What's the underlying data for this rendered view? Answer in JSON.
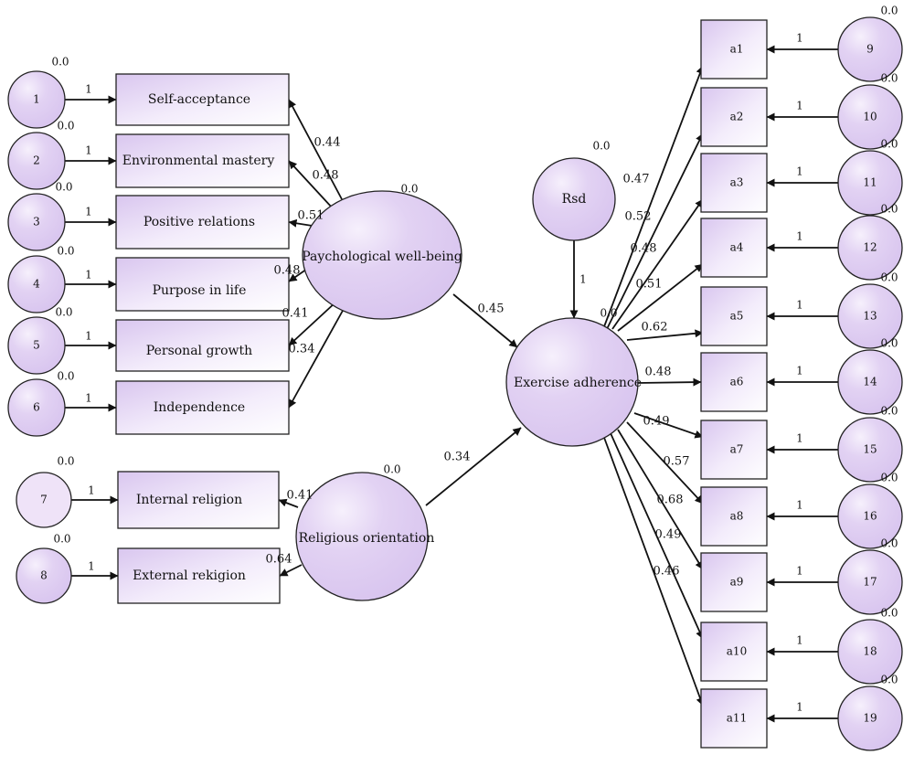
{
  "error_terms": [
    {
      "id": "e1",
      "label": "1",
      "variance": "0.0",
      "path": "1"
    },
    {
      "id": "e2",
      "label": "2",
      "variance": "0.0",
      "path": "1"
    },
    {
      "id": "e3",
      "label": "3",
      "variance": "0.0",
      "path": "1"
    },
    {
      "id": "e4",
      "label": "4",
      "variance": "0.0",
      "path": "1"
    },
    {
      "id": "e5",
      "label": "5",
      "variance": "0.0",
      "path": "1"
    },
    {
      "id": "e6",
      "label": "6",
      "variance": "0.0",
      "path": "1"
    },
    {
      "id": "e7",
      "label": "7",
      "variance": "0.0",
      "path": "1"
    },
    {
      "id": "e8",
      "label": "8",
      "variance": "0.0",
      "path": "1"
    },
    {
      "id": "e9",
      "label": "9",
      "variance": "0.0",
      "path": "1"
    },
    {
      "id": "e10",
      "label": "10",
      "variance": "0.0",
      "path": "1"
    },
    {
      "id": "e11",
      "label": "11",
      "variance": "0.0",
      "path": "1"
    },
    {
      "id": "e12",
      "label": "12",
      "variance": "0.0",
      "path": "1"
    },
    {
      "id": "e13",
      "label": "13",
      "variance": "0.0",
      "path": "1"
    },
    {
      "id": "e14",
      "label": "14",
      "variance": "0.0",
      "path": "1"
    },
    {
      "id": "e15",
      "label": "15",
      "variance": "0.0",
      "path": "1"
    },
    {
      "id": "e16",
      "label": "16",
      "variance": "0.0",
      "path": "1"
    },
    {
      "id": "e17",
      "label": "17",
      "variance": "0.0",
      "path": "1"
    },
    {
      "id": "e18",
      "label": "18",
      "variance": "0.0",
      "path": "1"
    },
    {
      "id": "e19",
      "label": "19",
      "variance": "0.0",
      "path": "1"
    }
  ],
  "indicators_left": [
    {
      "id": "i1",
      "label": "Self-acceptance",
      "loading": "0.44"
    },
    {
      "id": "i2",
      "label": "Environmental mastery",
      "loading": "0.48"
    },
    {
      "id": "i3",
      "label": "Positive relations",
      "loading": "0.51"
    },
    {
      "id": "i4",
      "label": "Purpose in life",
      "loading": "0.48"
    },
    {
      "id": "i5",
      "label": "Personal growth",
      "loading": "0.41"
    },
    {
      "id": "i6",
      "label": "Independence",
      "loading": "0.34"
    },
    {
      "id": "i7",
      "label": "Internal religion",
      "loading": "0.41"
    },
    {
      "id": "i8",
      "label": "External rekigion",
      "loading": "0.64"
    }
  ],
  "indicators_right": [
    {
      "id": "a1",
      "label": "a1",
      "loading": "0.47"
    },
    {
      "id": "a2",
      "label": "a2",
      "loading": "0.52"
    },
    {
      "id": "a3",
      "label": "a3",
      "loading": "0.48"
    },
    {
      "id": "a4",
      "label": "a4",
      "loading": "0.51"
    },
    {
      "id": "a5",
      "label": "a5",
      "loading": "0.62"
    },
    {
      "id": "a6",
      "label": "a6",
      "loading": "0.48"
    },
    {
      "id": "a7",
      "label": "a7",
      "loading": "0.49"
    },
    {
      "id": "a8",
      "label": "a8",
      "loading": "0.57"
    },
    {
      "id": "a9",
      "label": "a9",
      "loading": "0.68"
    },
    {
      "id": "a10",
      "label": "a10",
      "loading": "0.49"
    },
    {
      "id": "a11",
      "label": "a11",
      "loading": "0.46"
    }
  ],
  "latents": {
    "pwb": {
      "label": "Paychological well-being",
      "variance": "0.0"
    },
    "rel": {
      "label": "Religious orientation",
      "variance": "0.0"
    },
    "ex": {
      "label": "Exercise adherence",
      "variance": "0.0"
    },
    "rsd": {
      "label": "Rsd",
      "variance": "0.0",
      "path": "1"
    }
  },
  "structural": {
    "pwb_to_ex": "0.45",
    "rel_to_ex": "0.34"
  },
  "colors": {
    "fill": "#e2d2f3",
    "highlight": "#e03030"
  }
}
